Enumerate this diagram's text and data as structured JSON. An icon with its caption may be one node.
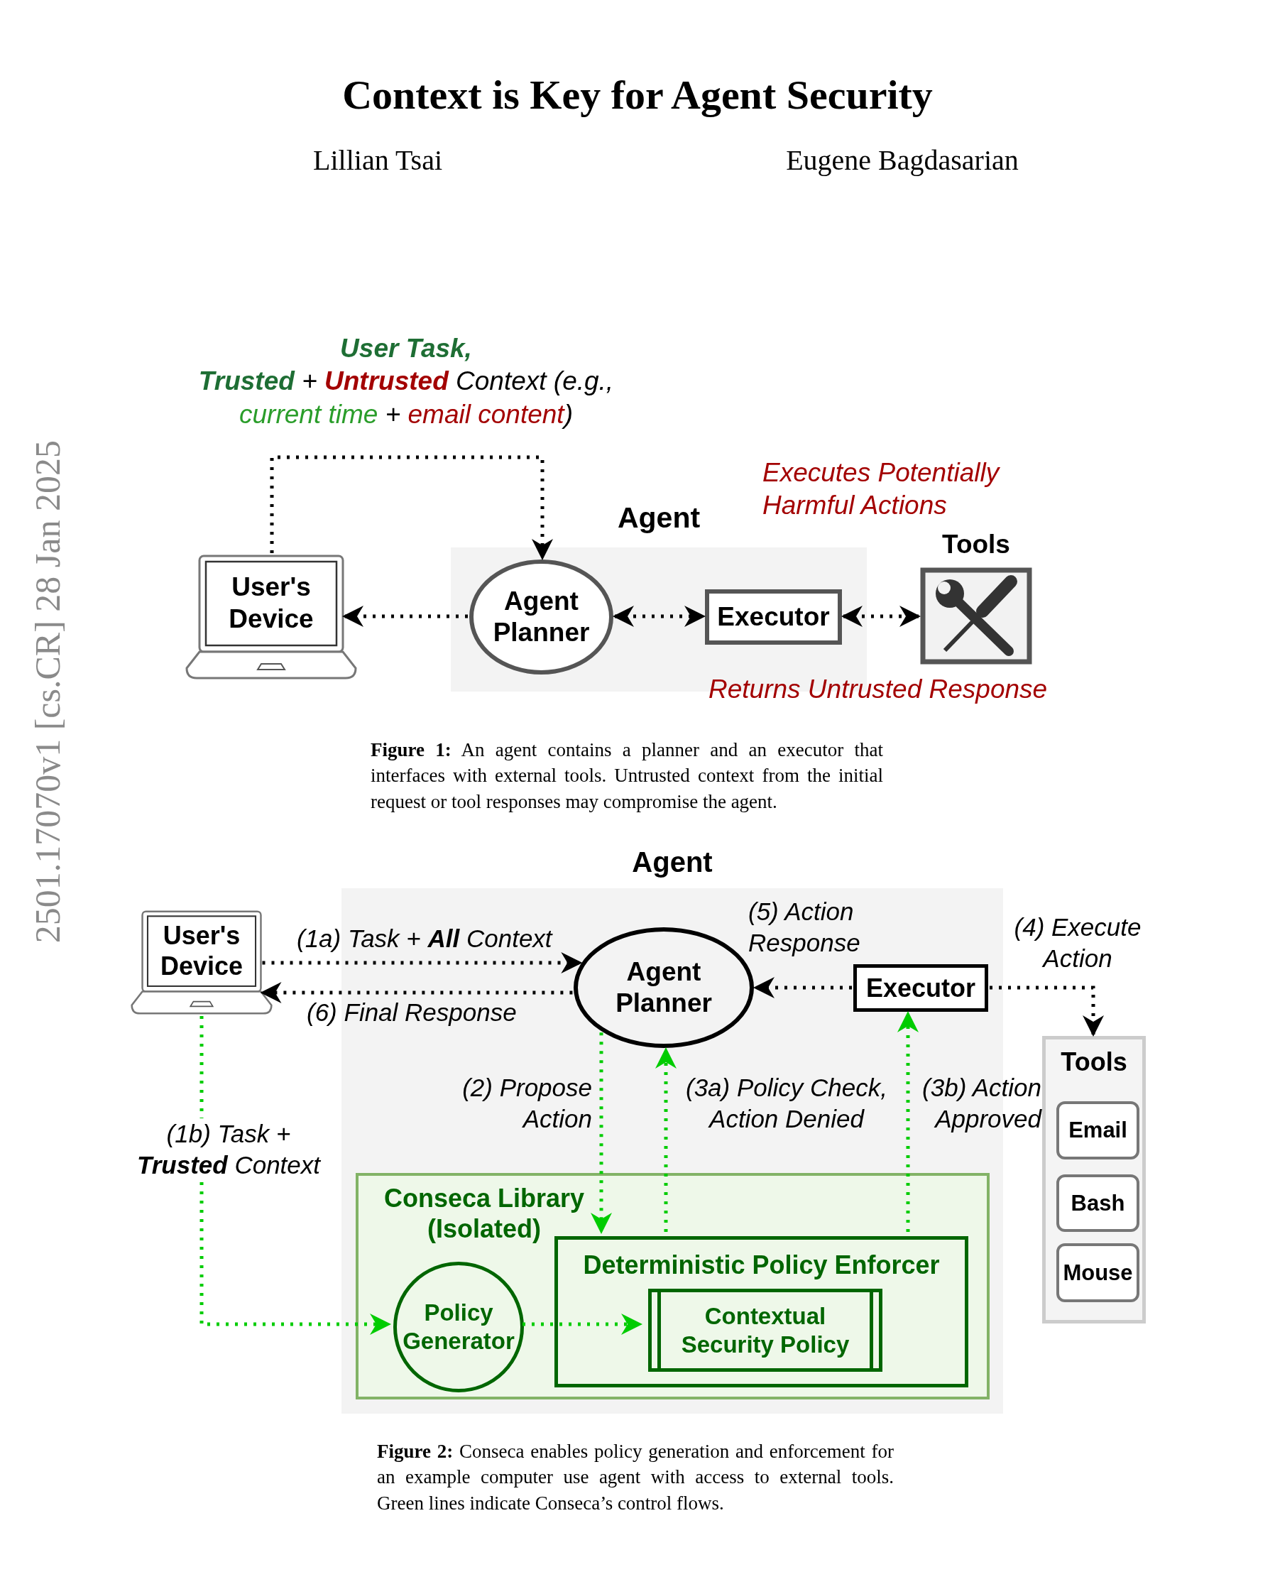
{
  "diagram": {
    "title": "Context is Key for Agent Security",
    "nodes": [
      {
        "text": [
          "User's Device"
        ]
      },
      {
        "text": [
          "Agent"
        ]
      },
      {
        "text": [
          "Agent Planner"
        ],
        "in": 1
      },
      {
        "text": [
          "Executor"
        ],
        "in": 1
      },
      {
        "text": [
          "Tools"
        ]
      },
      {
        "text": [
          "User's Device"
        ]
      },
      {
        "text": [
          "Agent"
        ]
      },
      {
        "text": [
          "Agent Planner"
        ],
        "in": 6
      },
      {
        "text": [
          "Executor"
        ],
        "in": 6
      },
      {
        "text": [
          "Conseca Library (Isolated)"
        ],
        "in": 6
      },
      {
        "text": [
          "Deterministic Policy Enforcer"
        ],
        "in": 9
      },
      {
        "text": [
          "Contextual Security Policy"
        ],
        "in": 10
      },
      {
        "text": [
          "Policy Generator"
        ],
        "in": 9
      },
      {
        "text": [
          "Tools"
        ]
      },
      {
        "text": [
          "Email"
        ],
        "in": 13
      },
      {
        "text": [
          "Bash"
        ],
        "in": 13
      },
      {
        "text": [
          "Mouse"
        ],
        "in": 13
      }
    ],
    "edges": [
      {
        "from": 0,
        "to": 2,
        "arrow": "to",
        "label": "**User Task,** **Trusted** + **Untrusted** Context (e.g., *current time* + *email content*)"
      },
      {
        "from": 2,
        "to": 0,
        "arrow": "to"
      },
      {
        "from": 2,
        "to": 3,
        "arrow": "both"
      },
      {
        "from": 3,
        "to": 4,
        "arrow": "both"
      },
      {
        "from": 5,
        "to": 7,
        "arrow": "to",
        "label": "(1a) Task + **All** Context"
      },
      {
        "from": 7,
        "to": 5,
        "arrow": "to",
        "label": "(6) Final Response"
      },
      {
        "from": 8,
        "to": 7,
        "arrow": "to",
        "label": "(5) Action Response"
      },
      {
        "from": 8,
        "to": 13,
        "arrow": "to",
        "label": "(4) Execute Action"
      },
      {
        "from": 5,
        "to": 12,
        "arrow": "to",
        "label": "(1b) Task + **Trusted** Context",
        "color": "#00cc00"
      },
      {
        "from": 7,
        "to": 10,
        "arrow": "to",
        "label": "(2) Propose Action",
        "color": "#00cc00"
      },
      {
        "from": 10,
        "to": 7,
        "arrow": "to",
        "label": "(3a) Policy Check, Action Denied",
        "color": "#00cc00"
      },
      {
        "from": 10,
        "to": 8,
        "arrow": "to",
        "label": "(3b) Action Approved",
        "color": "#00cc00"
      },
      {
        "from": 12,
        "to": 11,
        "arrow": "to",
        "color": "#00cc00"
      }
    ],
    "labels": [
      "Lillian Tsai",
      "Eugene Bagdasarian",
      "2501.17070v1 [cs.CR] 28 Jan 2025",
      "Executes Potentially Harmful Actions",
      "Returns Untrusted Response",
      "**Figure 1:** An agent contains a planner and an executor that interfaces with external tools. Untrusted context from the initial request or tool responses may compromise the agent.",
      "**Figure 2:** Conseca enables policy generation and enforcement for an example computer use agent with access to external tools. Green lines indicate Conseca’s control flows."
    ]
  }
}
